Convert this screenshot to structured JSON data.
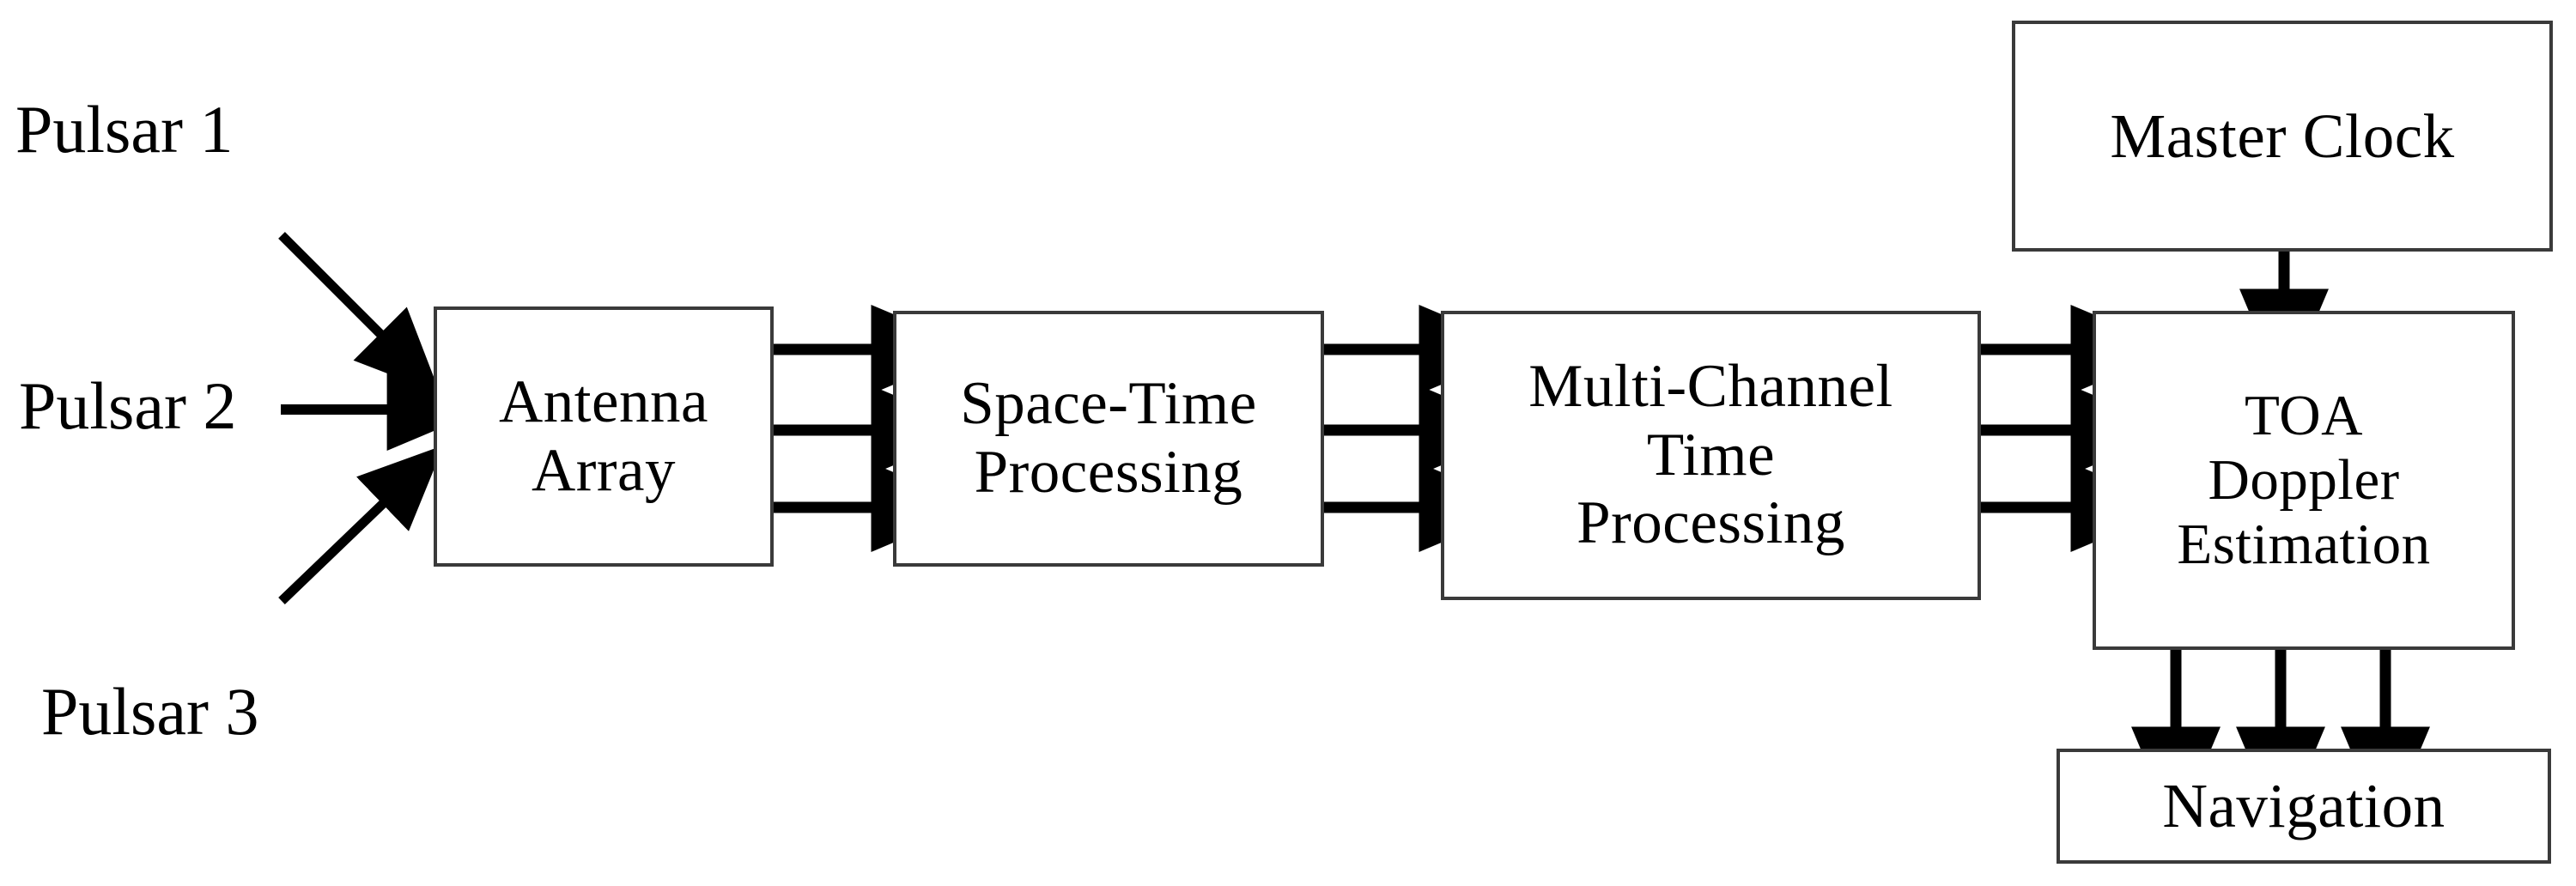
{
  "diagram": {
    "title": "Pulsar navigation signal processing block diagram",
    "background_color": "#ffffff",
    "line_color": "#000000",
    "box_border_color": "#3a3a3a",
    "sources": [
      {
        "id": "pulsar-1",
        "label": "Pulsar 1"
      },
      {
        "id": "pulsar-2",
        "label": "Pulsar 2"
      },
      {
        "id": "pulsar-3",
        "label": "Pulsar 3"
      }
    ],
    "nodes": [
      {
        "id": "antenna-array",
        "label": "Antenna\nArray"
      },
      {
        "id": "space-time",
        "label": "Space-Time\nProcessing"
      },
      {
        "id": "multi-channel",
        "label": "Multi-Channel\nTime\nProcessing"
      },
      {
        "id": "toa-doppler",
        "label": "TOA\nDoppler\nEstimation"
      },
      {
        "id": "master-clock",
        "label": "Master Clock"
      },
      {
        "id": "navigation",
        "label": "Navigation"
      }
    ],
    "connections": [
      {
        "from": "pulsar-1",
        "to": "antenna-array",
        "style": "diagonal-down-right-arrow",
        "count": 1
      },
      {
        "from": "pulsar-2",
        "to": "antenna-array",
        "style": "horizontal-right-arrow",
        "count": 1
      },
      {
        "from": "pulsar-3",
        "to": "antenna-array",
        "style": "diagonal-up-right-arrow",
        "count": 1
      },
      {
        "from": "antenna-array",
        "to": "space-time",
        "style": "horizontal-right-arrow",
        "count": 3
      },
      {
        "from": "space-time",
        "to": "multi-channel",
        "style": "horizontal-right-arrow",
        "count": 3
      },
      {
        "from": "multi-channel",
        "to": "toa-doppler",
        "style": "horizontal-right-arrow",
        "count": 3
      },
      {
        "from": "master-clock",
        "to": "toa-doppler",
        "style": "vertical-down-arrow",
        "count": 1
      },
      {
        "from": "toa-doppler",
        "to": "navigation",
        "style": "vertical-down-arrow",
        "count": 3
      }
    ]
  }
}
